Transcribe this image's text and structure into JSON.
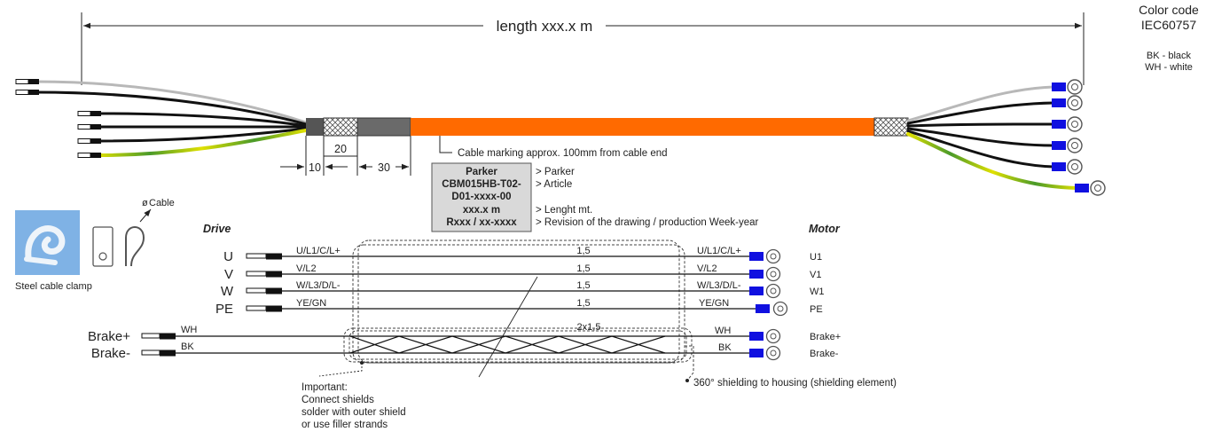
{
  "length_label": "length xxx.x m",
  "color_code": {
    "title_line1": "Color code",
    "title_line2": "IEC60757",
    "entries": [
      "BK - black",
      "WH - white"
    ]
  },
  "cable_marking_note": "Cable marking approx. 100mm from cable end",
  "dimensions": {
    "a": "20",
    "b": "10",
    "c": "30"
  },
  "marking_box": {
    "lines": [
      "Parker",
      "CBM015HB-T02-",
      "D01-xxxx-00",
      "xxx.x m",
      "Rxxx / xx-xxxx"
    ],
    "annotations": [
      "> Parker",
      "> Article",
      "> Lenght mt.",
      "> Revision of the drawing / production Week-year"
    ]
  },
  "clamp": {
    "label": "Steel cable clamp",
    "cable_label": "Cable",
    "diameter_symbol": "ø"
  },
  "drive_label": "Drive",
  "motor_label": "Motor",
  "wires": [
    {
      "drive_pin": "U",
      "drive_code": "U/L1/C/L+",
      "size": "1,5",
      "motor_code": "U/L1/C/L+",
      "motor_pin": "U1"
    },
    {
      "drive_pin": "V",
      "drive_code": "V/L2",
      "size": "1,5",
      "motor_code": "V/L2",
      "motor_pin": "V1"
    },
    {
      "drive_pin": "W",
      "drive_code": "W/L3/D/L-",
      "size": "1,5",
      "motor_code": "W/L3/D/L-",
      "motor_pin": "W1"
    },
    {
      "drive_pin": "PE",
      "drive_code": "YE/GN",
      "size": "1,5",
      "motor_code": "YE/GN",
      "motor_pin": "PE"
    }
  ],
  "brake_size": "2x1,5",
  "brakes": [
    {
      "drive_pin": "Brake+",
      "drive_color": "WH",
      "motor_color": "WH",
      "motor_pin": "Brake+"
    },
    {
      "drive_pin": "Brake-",
      "drive_color": "BK",
      "motor_color": "BK",
      "motor_pin": "Brake-"
    }
  ],
  "important_note": [
    "Important:",
    "Connect shields",
    "solder with outer shield",
    "or use filler strands"
  ],
  "shield_note": "360° shielding to housing (shielding element)",
  "colors": {
    "jacket": "#ff6a00",
    "ferrule": "#1010e0",
    "green": "#4a9a2a",
    "yellow": "#e0e000",
    "wire_gray": "#b8b8b8",
    "marking_box_fill": "#d9d9d9"
  }
}
